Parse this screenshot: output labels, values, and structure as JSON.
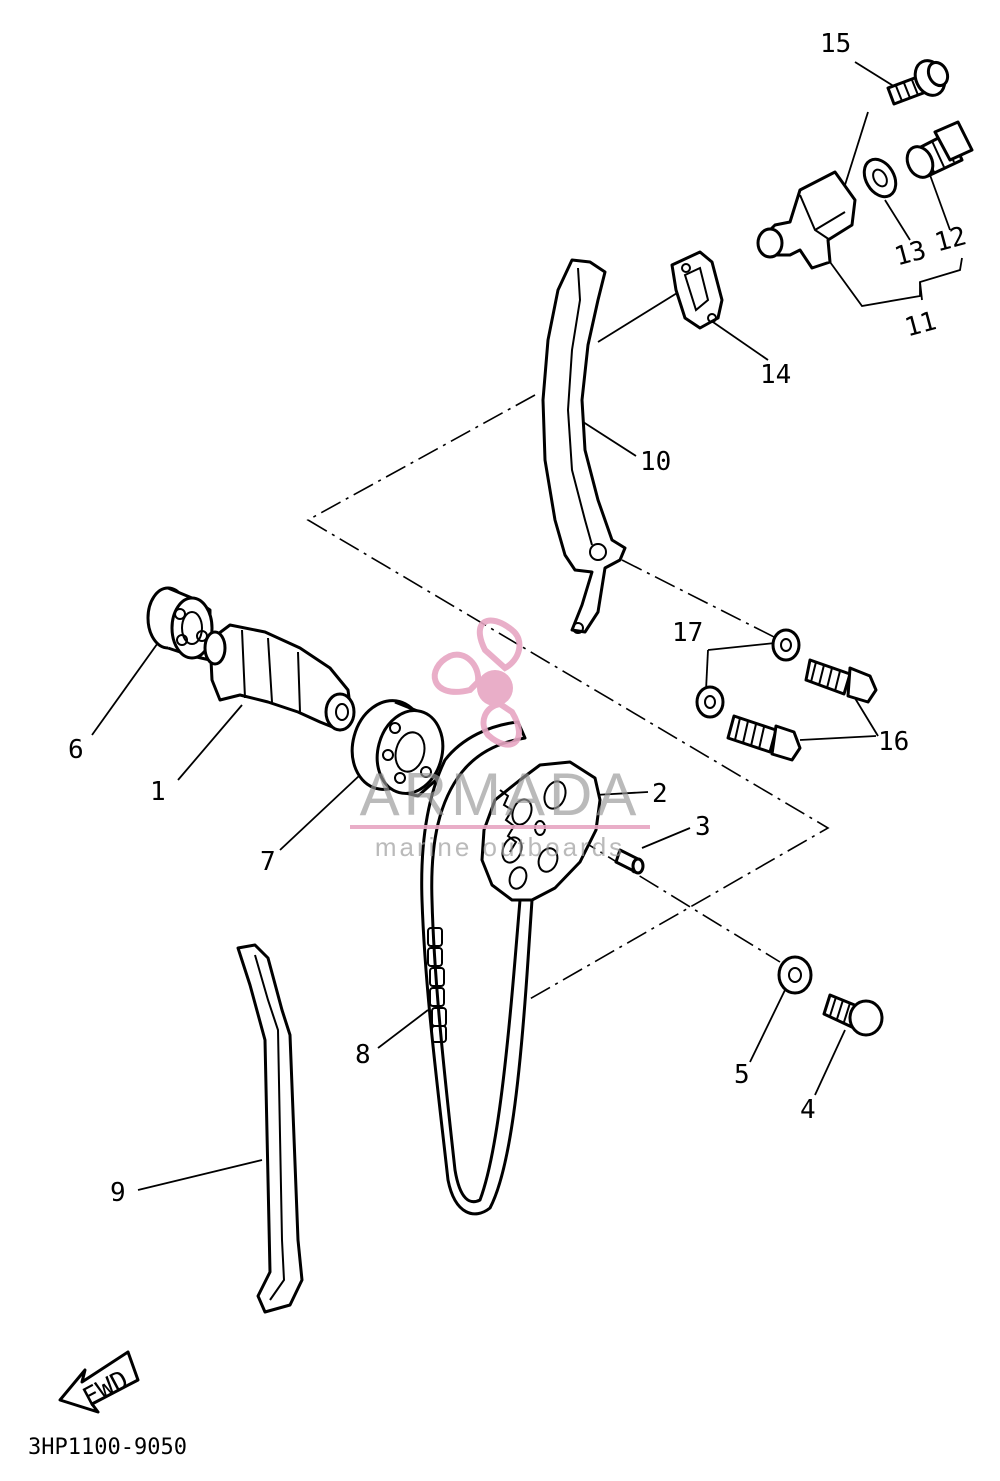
{
  "diagram": {
    "callouts": [
      {
        "id": "1",
        "text": "1"
      },
      {
        "id": "2",
        "text": "2"
      },
      {
        "id": "3",
        "text": "3"
      },
      {
        "id": "4",
        "text": "4"
      },
      {
        "id": "5",
        "text": "5"
      },
      {
        "id": "6",
        "text": "6"
      },
      {
        "id": "7",
        "text": "7"
      },
      {
        "id": "8",
        "text": "8"
      },
      {
        "id": "9",
        "text": "9"
      },
      {
        "id": "10",
        "text": "10"
      },
      {
        "id": "11",
        "text": "11"
      },
      {
        "id": "12",
        "text": "12"
      },
      {
        "id": "13",
        "text": "13"
      },
      {
        "id": "14",
        "text": "14"
      },
      {
        "id": "15",
        "text": "15"
      },
      {
        "id": "16",
        "text": "16"
      },
      {
        "id": "17",
        "text": "17"
      }
    ],
    "fwd_label": "FWD",
    "drawing_code": "3HP1100-9050"
  },
  "watermark": {
    "brand": "ARMADA",
    "tagline": "marine outboards",
    "color": "#e7a6c3",
    "text_color": "#9a9a9a",
    "icon": "propeller-logo-icon"
  }
}
